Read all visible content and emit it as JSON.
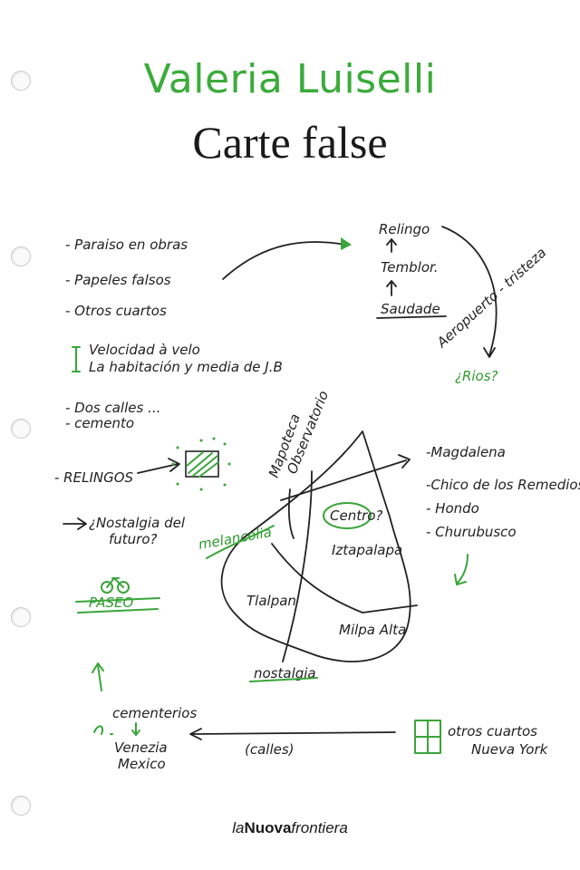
{
  "cover": {
    "author": "Valeria Luiselli",
    "title": "Carte false",
    "publisher": {
      "part1": "la",
      "part2": "Nuova",
      "part3": "frontiera"
    }
  },
  "notes": {
    "list_top": [
      "- Paraiso en obras",
      "- Papeles falsos",
      "- Otros cuartos"
    ],
    "list_mid": [
      "Velocidad à velo",
      "La habitación y media de J.B"
    ],
    "list_low": [
      "- Dos calles ...",
      "- cemento"
    ],
    "relingos_label": "- RELINGOS",
    "nostalgia_line1": "¿Nostalgia del",
    "nostalgia_line2": "futuro?",
    "paseo": "PASEO",
    "relingo_chain": {
      "top": "Relingo",
      "mid": "Temblor.",
      "bottom": "Saudade"
    },
    "aeropuerto": "Aeropuerto - tristeza",
    "rios": "¿Rios?",
    "map_labels": {
      "mapoteca": "Mapoteca",
      "observatorio": "Observatorio",
      "centro": "Centro?",
      "melancolia": "melancolia",
      "iztapalapa": "Iztapalapa",
      "tlalpan": "Tlalpan",
      "milpa_alta": "Milpa Alta",
      "nostalgia": "nostalgia"
    },
    "rivers": [
      "-Magdalena",
      "-Chico de los Remedios",
      "- Hondo",
      "- Churubusco"
    ],
    "cementerios": "cementerios",
    "venezia_line1": "Venezia",
    "venezia_line2": "Mexico",
    "calles": "(calles)",
    "otros_line1": "otros cuartos",
    "otros_line2": "Nueva York"
  },
  "colors": {
    "green": "#3bab3b",
    "ink": "#222222"
  }
}
